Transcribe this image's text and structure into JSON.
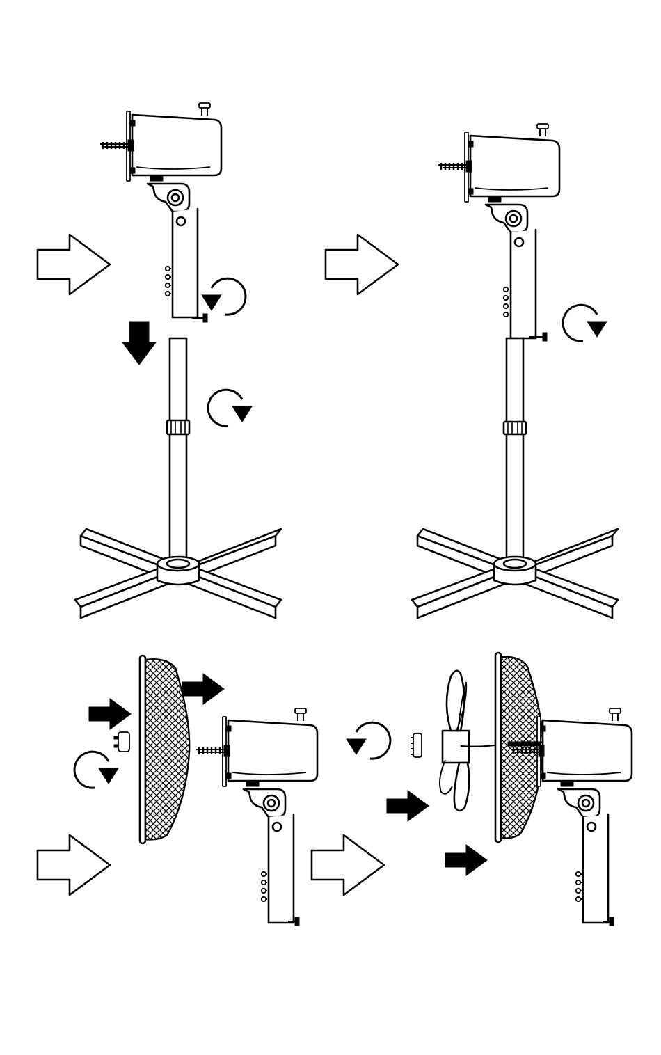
{
  "diagram": {
    "kind": "fan assembly instructions",
    "steps": [
      {
        "id": "step-1",
        "description_icons": [
          "outline-arrow-icon",
          "down-arrow-icon",
          "rotate-ccw-icon",
          "rotate-cw-icon"
        ]
      },
      {
        "id": "step-2",
        "description_icons": [
          "outline-arrow-icon",
          "rotate-cw-icon"
        ]
      },
      {
        "id": "step-3",
        "description_icons": [
          "outline-arrow-icon",
          "push-arrow-icon",
          "rotate-cw-icon"
        ]
      },
      {
        "id": "step-4",
        "description_icons": [
          "outline-arrow-icon",
          "push-arrow-icon",
          "rotate-ccw-icon"
        ]
      }
    ],
    "colors": {
      "line": "#000000",
      "background": "#ffffff"
    }
  }
}
